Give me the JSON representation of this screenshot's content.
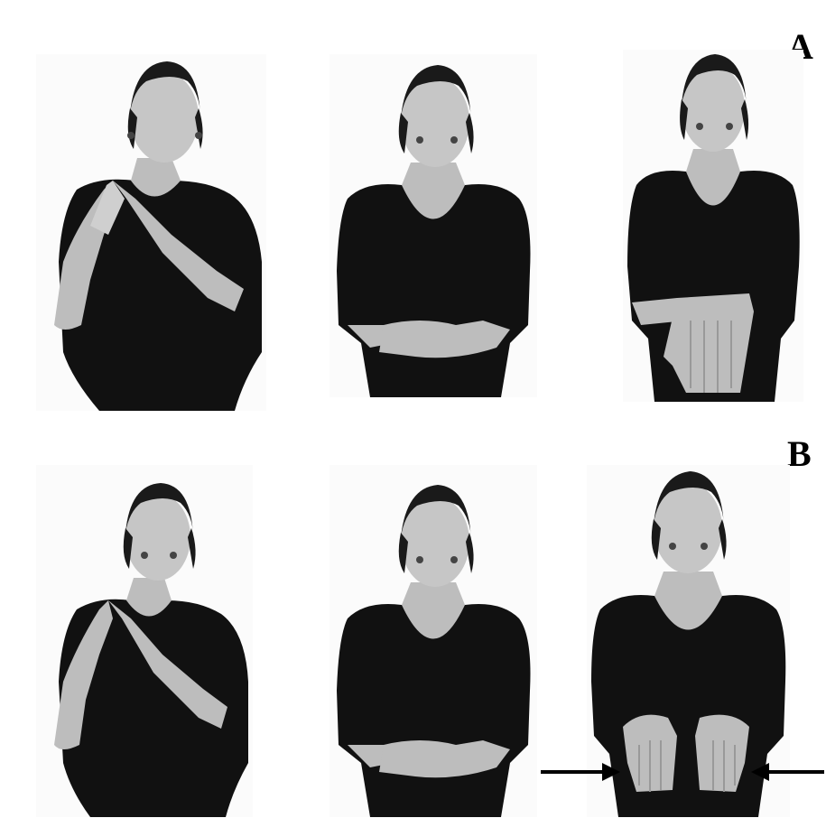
{
  "panels": [
    {
      "label": "A",
      "photos": [
        {
          "pose": "hands-peaked"
        },
        {
          "pose": "hands-cupped"
        },
        {
          "pose": "hands-overlapped"
        }
      ]
    },
    {
      "label": "B",
      "photos": [
        {
          "pose": "hands-peaked"
        },
        {
          "pose": "hands-cupped"
        },
        {
          "pose": "hands-apart-arrows"
        }
      ]
    }
  ],
  "colors": {
    "background": "#ffffff",
    "shirt": "#111111",
    "skin": "#bdbdbd",
    "hair": "#1a1a1a",
    "arrow": "#000000"
  },
  "icons": {
    "left_arrow": "arrow-right-icon",
    "right_arrow": "arrow-left-icon"
  }
}
